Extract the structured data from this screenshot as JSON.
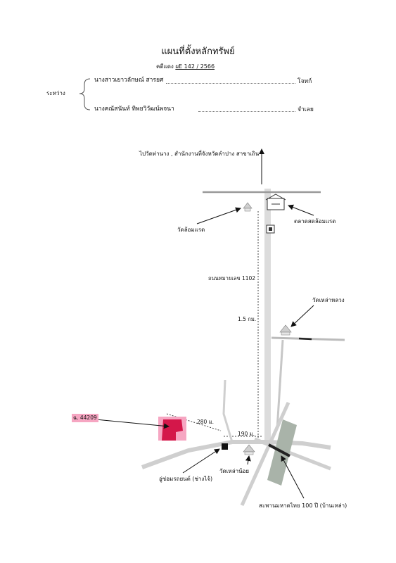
{
  "header": {
    "title": "แผนที่ตั้งหลักทรัพย์",
    "case_prefix": "คดีแดง",
    "case_number": "ผE 142 / 2566",
    "between_label": "ระหว่าง",
    "plaintiff_name": "นางสาวเยาวลักษณ์ สารยศ",
    "plaintiff_role": "โจทก์",
    "defendant_name": "นางคณัสนันท์ ทิพยวิวัฒน์พจนา",
    "defendant_role": "จำเลย"
  },
  "map": {
    "north_label": "ไปวัดท่านาง , สำนักงานที่จังหวัดลำปาง สาขาเถิน",
    "market_label": "ตลาดสดล้อมแรด",
    "temple_lom_raet": "วัดล้อมแรด",
    "road_label": "ถนนหมายเลข 1102",
    "distance_road": "1.5 กม.",
    "temple_lao_luang": "วัดเหล่าหลวง",
    "parcel_tag": "ฉ. 44209",
    "distance_parcel": "280 ม.",
    "distance_junction": "190 ม.",
    "shop_label": "อู่ซ่อมรถยนต์ (ช่างไจ้)",
    "temple_lao_noi": "วัดเหล่าน้อย",
    "bridge_label": "สะพานมหาดไทย 100 ปี (บ้านเหล่า)",
    "colors": {
      "parcel": "#d4174a",
      "road": "#dcdcdc",
      "highlight": "#f6a6c2"
    }
  }
}
